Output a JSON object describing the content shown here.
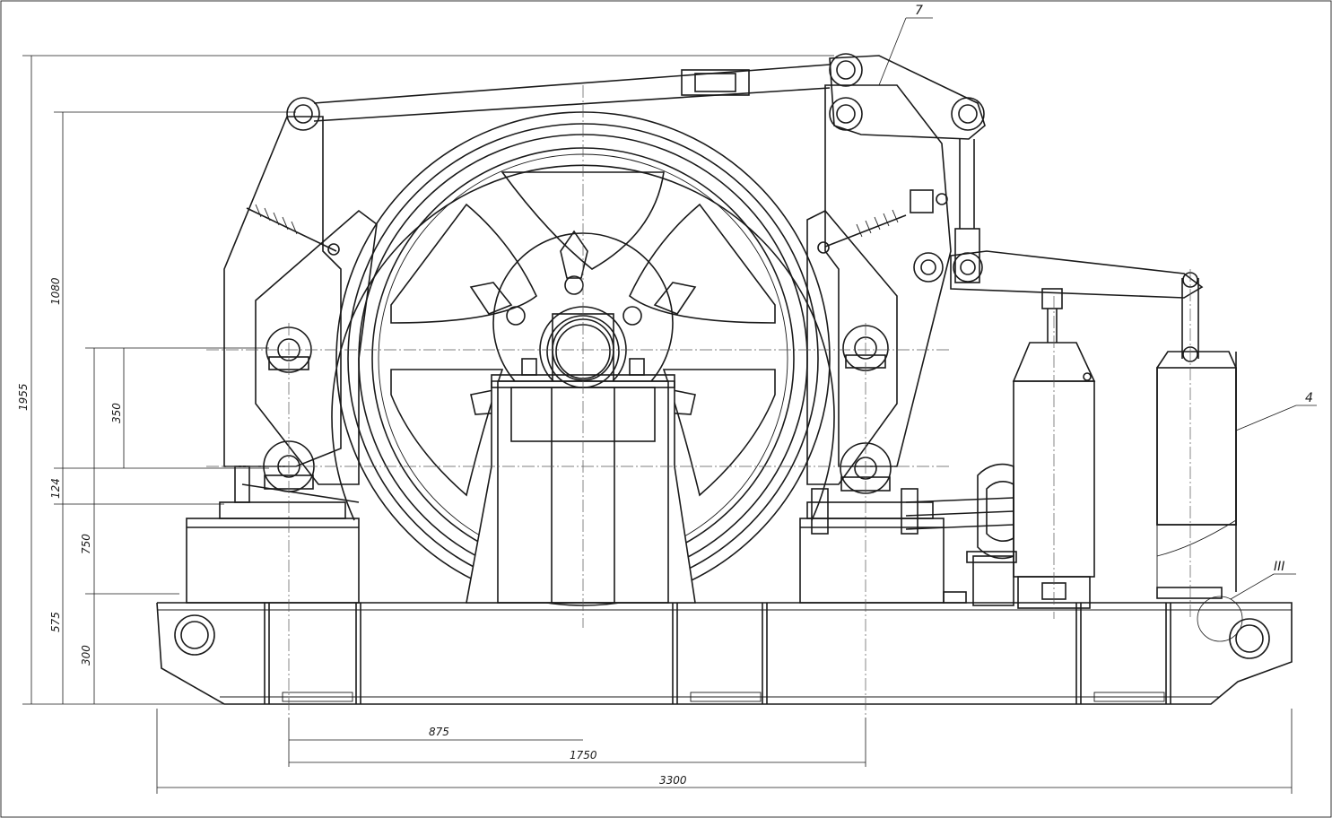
{
  "callouts": {
    "part_7": "7",
    "part_4": "4",
    "detail_III": "III"
  },
  "dimensions": {
    "horizontal": {
      "d875": "875",
      "d1750": "1750",
      "d3300": "3300"
    },
    "vertical": {
      "d1955": "1955",
      "d1080": "1080",
      "d350": "350",
      "d124": "124",
      "d750": "750",
      "d575": "575",
      "d300": "300"
    }
  }
}
